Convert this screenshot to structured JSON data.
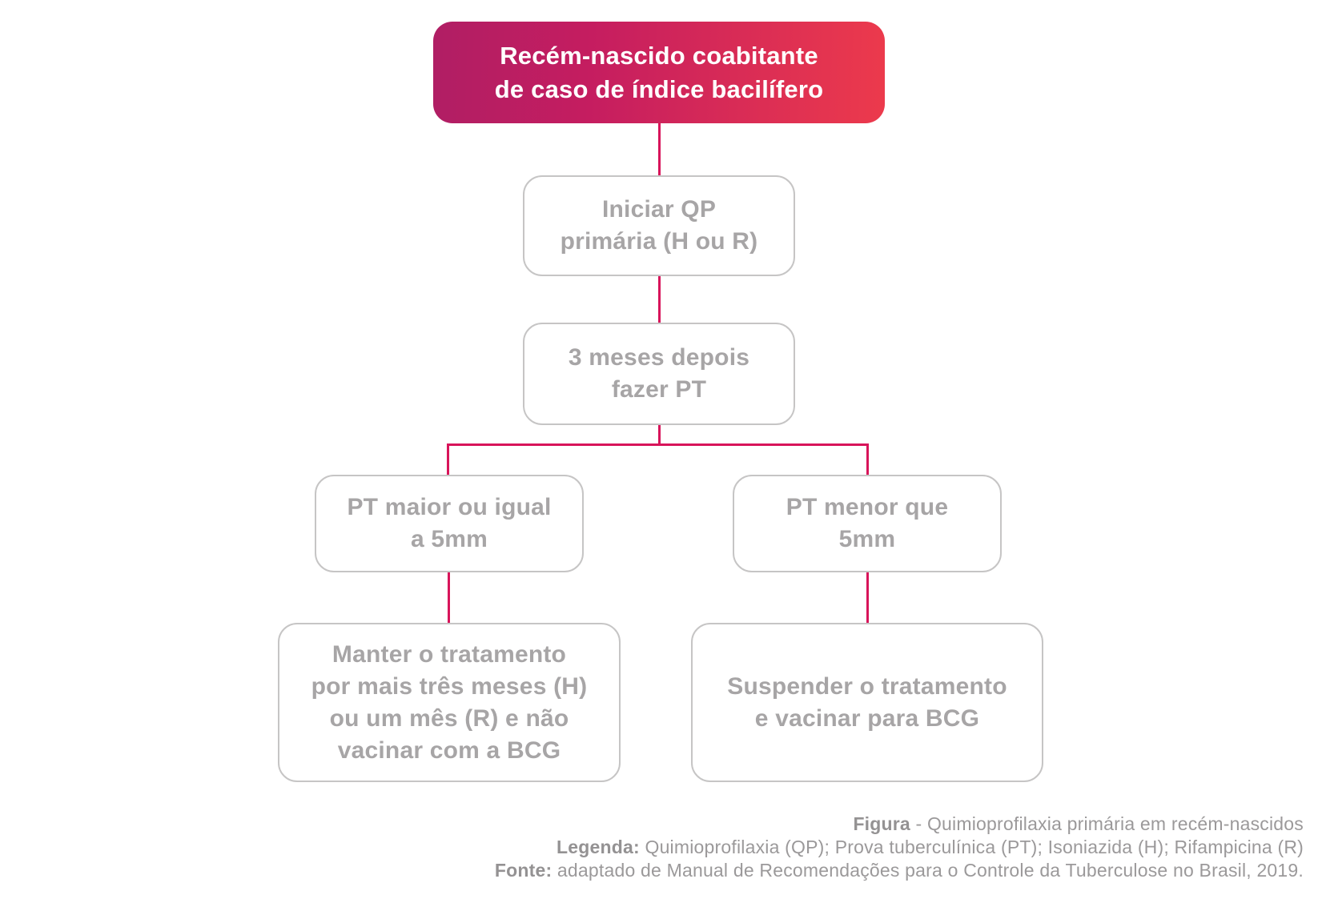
{
  "palette": {
    "root_gradient_start": "#b01e64",
    "root_gradient_end": "#ec3a4c",
    "connector": "#d8145a",
    "node_border": "#c6c5c5",
    "node_text": "#a7a5a6",
    "caption_text": "#9b999a",
    "background": "#ffffff"
  },
  "flowchart": {
    "root": {
      "lines": [
        "Recém-nascido coabitante",
        "de caso de índice bacilífero"
      ]
    },
    "step_qp": {
      "lines": [
        "Iniciar QP",
        "primária (H ou R)"
      ]
    },
    "step_pt": {
      "lines": [
        "3 meses depois",
        "fazer PT"
      ]
    },
    "branch_left": {
      "lines": [
        "PT maior ou igual",
        "a 5mm"
      ]
    },
    "branch_right": {
      "lines": [
        "PT menor que",
        "5mm"
      ]
    },
    "outcome_left": {
      "lines": [
        "Manter o tratamento",
        "por mais três meses (H)",
        "ou um mês (R) e não",
        "vacinar com a BCG"
      ]
    },
    "outcome_right": {
      "lines": [
        "Suspender o tratamento",
        "e vacinar para BCG"
      ]
    }
  },
  "caption": {
    "figura_label": "Figura",
    "figura_text": " - Quimioprofilaxia primária em recém-nascidos",
    "legenda_label": "Legenda:",
    "legenda_text": " Quimioprofilaxia (QP); Prova tuberculínica (PT); Isoniazida (H); Rifampicina (R)",
    "fonte_label": "Fonte:",
    "fonte_text": " adaptado de Manual de Recomendações para o Controle da Tuberculose no Brasil, 2019."
  }
}
